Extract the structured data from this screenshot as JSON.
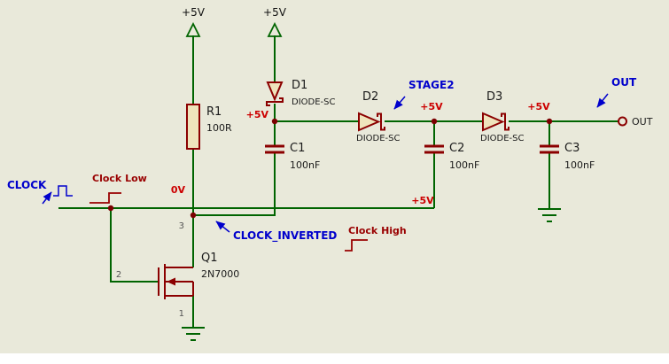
{
  "palette": {
    "canvas": "#e9e9da",
    "wire_green": "#006400",
    "component_red": "#8b0000",
    "component_fill": "#efe4bc",
    "junction_dot": "#7a0000",
    "net_label_blue": "#0000cc",
    "voltage_red": "#cc0000",
    "state_dark_red": "#990000",
    "text_black": "#1a1a1a"
  },
  "power_terminals": [
    {
      "label": "+5V"
    },
    {
      "label": "+5V"
    }
  ],
  "components": {
    "r1": {
      "ref": "R1",
      "value": "100R"
    },
    "d1": {
      "ref": "D1",
      "value": "DIODE-SC"
    },
    "d2": {
      "ref": "D2",
      "value": "DIODE-SC"
    },
    "d3": {
      "ref": "D3",
      "value": "DIODE-SC"
    },
    "c1": {
      "ref": "C1",
      "value": "100nF"
    },
    "c2": {
      "ref": "C2",
      "value": "100nF"
    },
    "c3": {
      "ref": "C3",
      "value": "100nF"
    },
    "q1": {
      "ref": "Q1",
      "value": "2N7000",
      "pin_gate": "2",
      "pin_drain": "3",
      "pin_source": "1"
    }
  },
  "net_labels": {
    "clock": "CLOCK",
    "clock_inverted": "CLOCK_INVERTED",
    "stage2": "STAGE2",
    "out": "OUT",
    "out_terminal": "OUT"
  },
  "annotations": {
    "clock_low": "Clock Low",
    "clock_high": "Clock High",
    "node_0v": "0V",
    "node_5v_c1": "+5V",
    "node_5v_c2": "+5V",
    "node_5v_c3": "+5V",
    "clock_wire_5v": "+5V"
  }
}
